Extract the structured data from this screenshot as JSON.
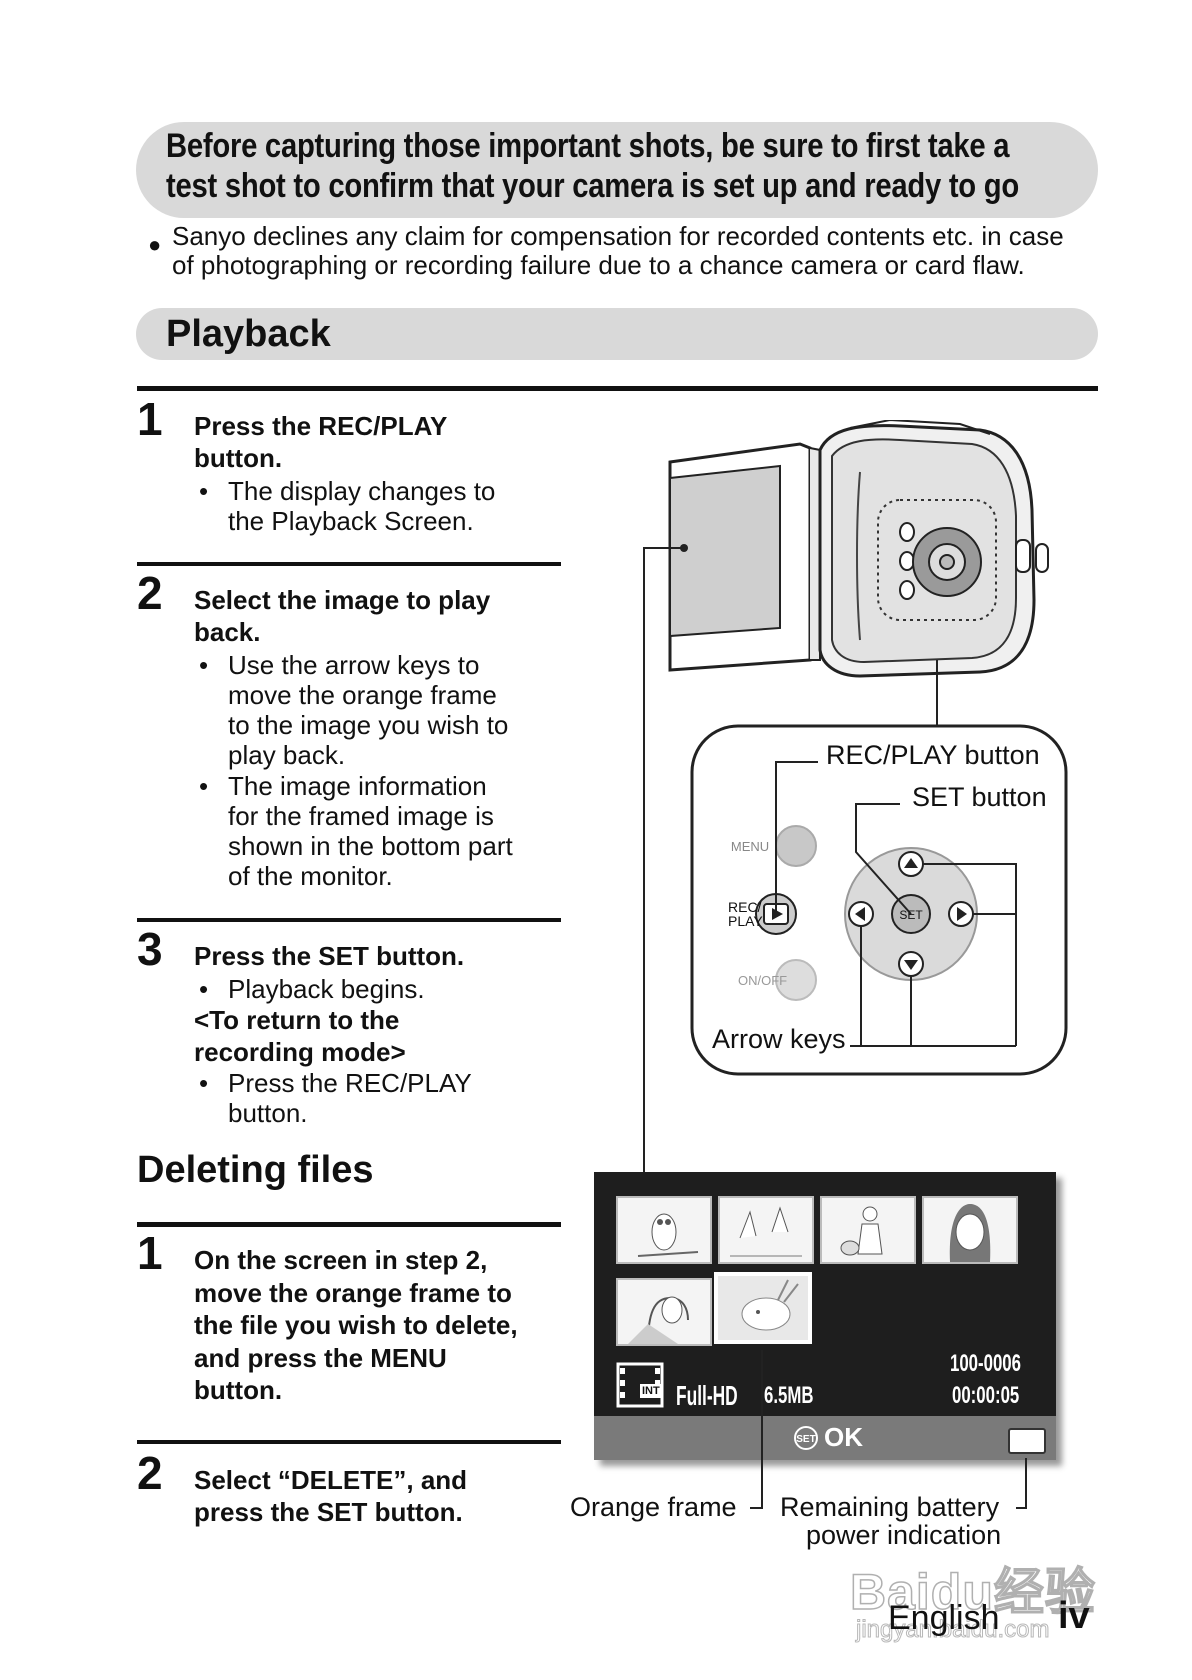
{
  "warning": {
    "title_line1": "Before capturing those important shots, be sure to first take a",
    "title_line2": "test shot to confirm that your camera is set up and ready to go",
    "note_line1": "Sanyo declines any claim for compensation for recorded contents etc. in case",
    "note_line2": "of photographing or recording failure due to a chance camera or card flaw."
  },
  "playback": {
    "title": "Playback",
    "steps": [
      {
        "number": "1",
        "head_line1": "Press the REC/PLAY",
        "head_line2": "button.",
        "bullets": [
          {
            "lines": [
              "The display changes to",
              "the Playback Screen."
            ]
          }
        ]
      },
      {
        "number": "2",
        "head_line1": "Select the image to play",
        "head_line2": "back.",
        "bullets": [
          {
            "lines": [
              "Use the arrow keys to",
              "move the orange frame",
              "to the image you wish to",
              "play back."
            ]
          },
          {
            "lines": [
              "The image information",
              "for the framed image is",
              "shown in the bottom part",
              "of the monitor."
            ]
          }
        ]
      },
      {
        "number": "3",
        "head_line1": "Press the SET button.",
        "bullets": [
          {
            "lines": [
              "Playback begins."
            ]
          }
        ],
        "subhead_line1": "<To return to the",
        "subhead_line2": "recording mode>",
        "bullets2": [
          {
            "lines": [
              "Press the REC/PLAY",
              "button."
            ]
          }
        ]
      }
    ]
  },
  "deleting": {
    "title": "Deleting files",
    "steps": [
      {
        "number": "1",
        "lines": [
          "On the screen in step 2,",
          "move the orange frame to",
          "the file you wish to delete,",
          "and press the MENU",
          "button."
        ]
      },
      {
        "number": "2",
        "lines": [
          "Select “DELETE”, and",
          "press the SET button."
        ]
      }
    ]
  },
  "diagram": {
    "rec_play_button": "REC/PLAY button",
    "set_button": "SET button",
    "arrow_keys": "Arrow keys",
    "menu_key": "MENU",
    "rec_key_line1": "REC/",
    "rec_key_line2": "PLAY",
    "onoff_key": "ON/OFF",
    "set_key": "SET"
  },
  "screen": {
    "file_number": "100-0006",
    "time": "00:00:05",
    "quality": "Full-HD",
    "size": "6.5MB",
    "int_badge": "INT",
    "set_label": "SET",
    "ok_label": "OK",
    "orange_frame_label": "Orange frame",
    "battery_label_line1": "Remaining battery",
    "battery_label_line2": "power indication"
  },
  "footer": {
    "language": "English",
    "page": "iv"
  },
  "watermark": {
    "brand": "Baidu经验",
    "url": "jingyan.baidu.com"
  }
}
